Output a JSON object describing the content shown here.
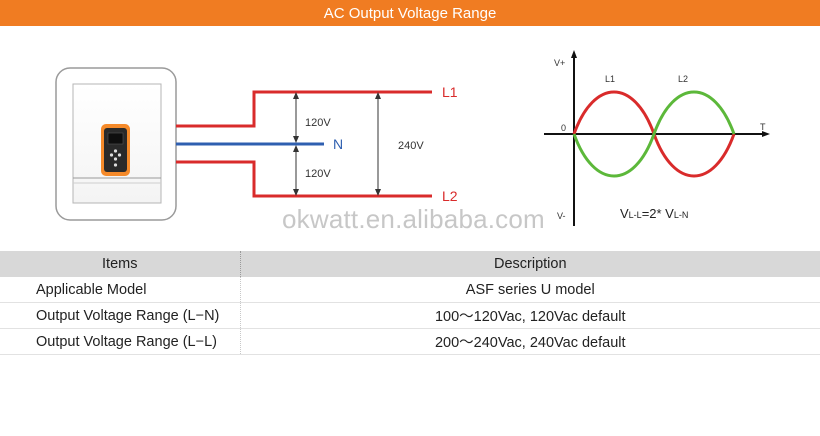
{
  "banner": {
    "title": "AC Output Voltage Range"
  },
  "wiring": {
    "line1": "L1",
    "neutral": "N",
    "line2": "L2",
    "upper_voltage": "120V",
    "lower_voltage": "120V",
    "total_voltage": "240V"
  },
  "waveform": {
    "y_top_label": "V+",
    "y_bottom_label": "V-",
    "x_label": "T",
    "origin_label": "0",
    "wave1_label": "L1",
    "wave2_label": "L2",
    "formula": {
      "lhs": "V",
      "lhs_sub": "L-L",
      "mid": "=2* V",
      "rhs_sub": "L-N"
    }
  },
  "colors": {
    "banner": "#f07c22",
    "line": "#d92b2b",
    "neutral": "#2f5fb0",
    "wave_l2": "#5cb83a",
    "table_header": "#d8d8d8"
  },
  "watermark": "okwatt.en.alibaba.com",
  "table": {
    "headers": {
      "items": "Items",
      "description": "Description"
    },
    "rows": [
      {
        "item": "Applicable Model",
        "description": "ASF series U model"
      },
      {
        "item": "Output Voltage Range (L−N)",
        "description": "100～120Vac, 120Vac default"
      },
      {
        "item": "Output Voltage Range (L−L)",
        "description": "200～240Vac,  240Vac default"
      }
    ]
  }
}
